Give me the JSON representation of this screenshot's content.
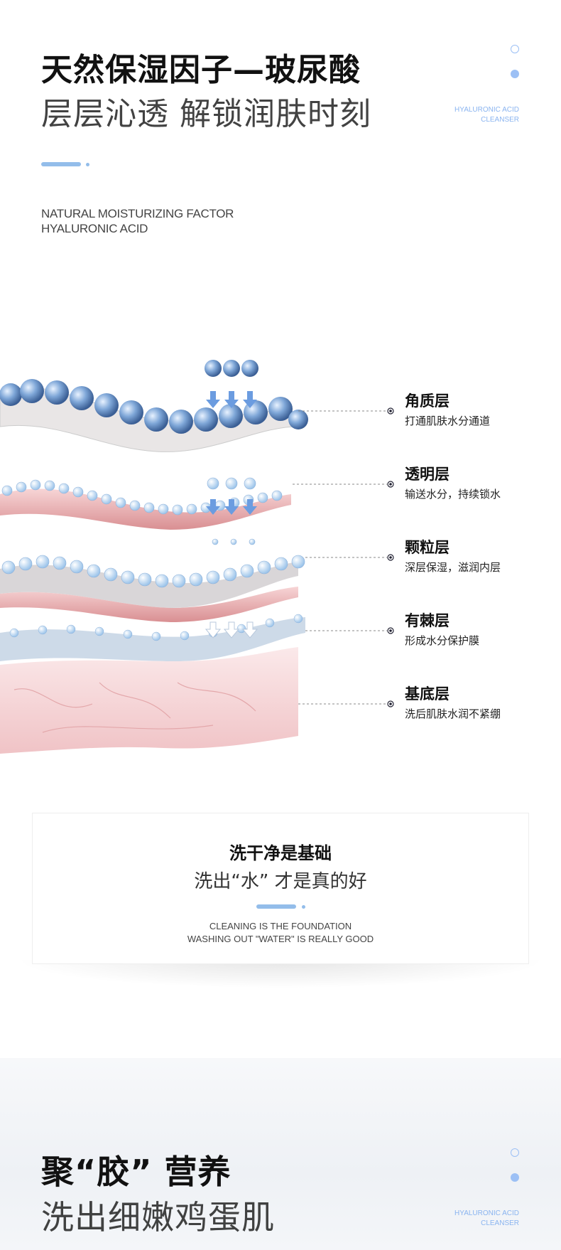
{
  "section1": {
    "title": "天然保湿因子—玻尿酸",
    "subtitle": "层层沁透 解锁润肤时刻",
    "side_text": [
      "HYALURONIC ACID",
      "CLEANSER"
    ],
    "english": [
      "NATURAL MOISTURIZING FACTOR",
      "HYALURONIC ACID"
    ]
  },
  "layers": [
    {
      "title": "角质层",
      "desc": "打通肌肤水分通道"
    },
    {
      "title": "透明层",
      "desc": "输送水分，持续锁水"
    },
    {
      "title": "颗粒层",
      "desc": "深层保湿，滋润内层"
    },
    {
      "title": "有棘层",
      "desc": "形成水分保护膜"
    },
    {
      "title": "基底层",
      "desc": "洗后肌肤水润不紧绷"
    }
  ],
  "card": {
    "title": "洗干净是基础",
    "subtitle": "洗出“水” 才是真的好",
    "english": [
      "CLEANING IS THE FOUNDATION",
      "WASHING OUT \"WATER\" IS REALLY GOOD"
    ]
  },
  "section2": {
    "title": "聚“胶” 营养",
    "subtitle": "洗出细嫩鸡蛋肌",
    "side_text": [
      "HYALURONIC ACID",
      "CLEANSER"
    ]
  },
  "colors": {
    "accent": "#93bdea",
    "side_text": "#8ab4f0"
  }
}
